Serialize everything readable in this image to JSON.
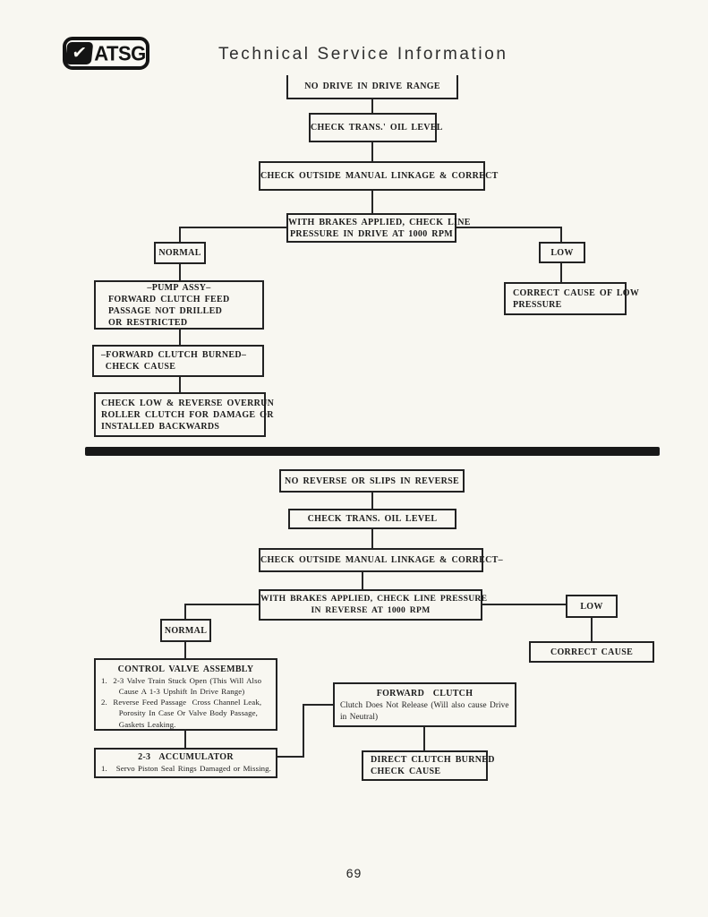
{
  "header": {
    "logo_text": "ATSG",
    "checkmark_icon": "✔",
    "title": "Technical Service Information"
  },
  "flowchart1": {
    "no_drive": "NO DRIVE IN DRIVE RANGE",
    "check_oil": "CHECK TRANS.' OIL LEVEL",
    "check_linkage": "CHECK OUTSIDE MANUAL LINKAGE & CORRECT",
    "check_pressure": "WITH BRAKES APPLIED, CHECK LINE\nPRESSURE IN DRIVE AT 1000 RPM",
    "normal": "NORMAL",
    "low": "LOW",
    "pump_title": "–PUMP ASSY–",
    "pump_body": "FORWARD CLUTCH FEED\nPASSAGE NOT DRILLED\nOR RESTRICTED",
    "forward_clutch_burned": "–FORWARD CLUTCH BURNED–\n CHECK CAUSE",
    "check_roller_clutch": "CHECK LOW & REVERSE OVERRUN\nROLLER CLUTCH FOR DAMAGE OR\nINSTALLED BACKWARDS",
    "correct_cause_low": "CORRECT CAUSE OF LOW\nPRESSURE"
  },
  "flowchart2": {
    "no_reverse": "NO REVERSE OR SLIPS IN REVERSE",
    "check_oil": "CHECK TRANS. OIL LEVEL",
    "check_linkage": "CHECK OUTSIDE MANUAL LINKAGE & CORRECT–",
    "check_pressure": "WITH BRAKES APPLIED, CHECK LINE PRESSURE\nIN REVERSE AT 1000 RPM",
    "normal": "NORMAL",
    "low": "LOW",
    "correct_cause": "CORRECT CAUSE",
    "control_valve_title": "CONTROL VALVE ASSEMBLY",
    "control_valve_body": "1.  2-3 Valve Train Stuck Open (This Will Also\n      Cause A 1-3 Upshift In Drive Range)\n2.  Reverse Feed Passage  Cross Channel Leak,\n      Porosity In Case Or Valve Body Passage,\n      Gaskets Leaking.",
    "accumulator_title": "2-3  ACCUMULATOR",
    "accumulator_body": "1.   Servo Piston Seal Rings Damaged or Missing.",
    "forward_clutch_title": "FORWARD  CLUTCH",
    "forward_clutch_body": "Clutch Does Not Release (Will also cause Drive\nin Neutral)",
    "direct_clutch": "DIRECT CLUTCH BURNED\nCHECK CAUSE"
  },
  "footer": {
    "page_number": "69"
  },
  "colors": {
    "ink": "#1c1c1c",
    "paper": "#f8f7f1"
  }
}
